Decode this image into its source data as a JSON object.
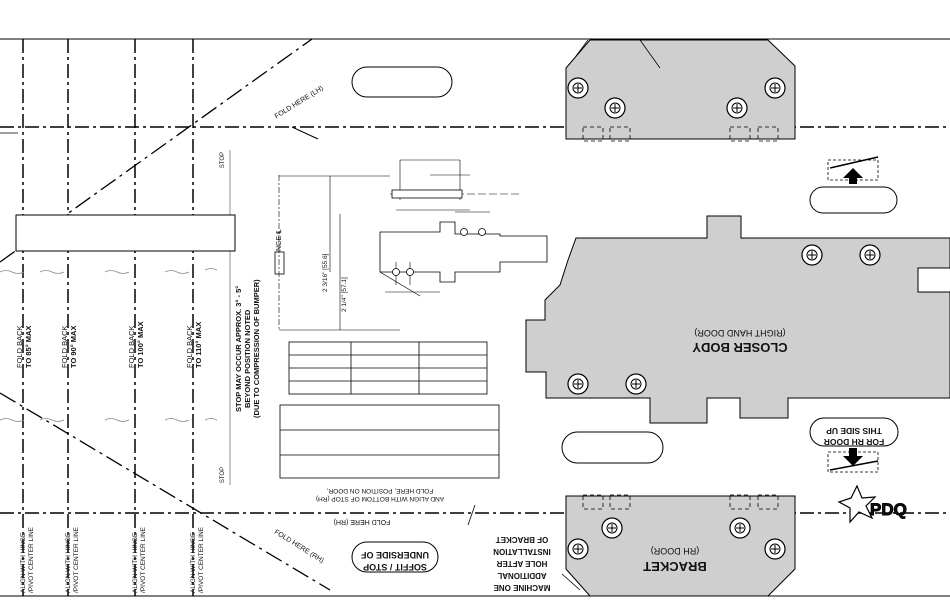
{
  "template": {
    "fold_here_lh": "FOLD HERE (LH)",
    "fold_here_rh_left": "FOLD HERE (RH)",
    "fold_here_rh_bottom": "FOLD HERE (RH)",
    "stop_upper": "STOP",
    "stop_lower": "STOP",
    "hinge_cl": "HINGE ℄",
    "dim_a": "2 3/16\" [55.6]",
    "dim_b": "2 1/4\" [57.1]",
    "fold_back": [
      {
        "line1": "FOLD BACK",
        "line2": "TO 85° MAX"
      },
      {
        "line1": "FOLD BACK",
        "line2": "TO 90° MAX"
      },
      {
        "line1": "FOLD BACK",
        "line2": "TO 100° MAX"
      },
      {
        "line1": "FOLD BACK",
        "line2": "TO 110° MAX"
      }
    ],
    "align_with_hinge": [
      {
        "line1": "ALIGN WITH HINGE",
        "line2": "/PIVOT CENTER LINE"
      },
      {
        "line1": "ALIGN WITH HINGE",
        "line2": "/PIVOT CENTER LINE"
      },
      {
        "line1": "ALIGN WITH HINGE",
        "line2": "/PIVOT CENTER LINE"
      },
      {
        "line1": "ALIGN WITH HINGE",
        "line2": "/PIVOT CENTER LINE"
      }
    ],
    "stop_note": {
      "line1": "STOP MAY OCCUR APPROX. 3° - 5°",
      "line2": "BEYOND POSITION NOTED",
      "line3": "(DUE TO COMPRESSION OF BUMPER)"
    },
    "closer_body": {
      "title": "CLOSER BODY",
      "subtitle": "(RIGHT HAND DOOR)"
    },
    "bracket": {
      "title": "BRACKET",
      "subtitle": "(RH DOOR)"
    },
    "this_side_up": {
      "line1": "THIS SIDE UP",
      "line2": "FOR RH DOOR"
    },
    "underside": {
      "line1": "UNDERSIDE OF",
      "line2": "SOFFIT / STOP"
    },
    "machine_note": {
      "line1": "MACHINE ONE",
      "line2": "ADDITIONAL",
      "line3": "HOLE AFTER",
      "line4": "INSTALLATION",
      "line5": "OF BRACKET"
    },
    "fold_note": {
      "line1": "FOLD HERE, POSITION ON DOOR,",
      "line2": "AND ALIGN WITH BOTTOM OF STOP (RH)"
    },
    "brand": "PDQ"
  }
}
